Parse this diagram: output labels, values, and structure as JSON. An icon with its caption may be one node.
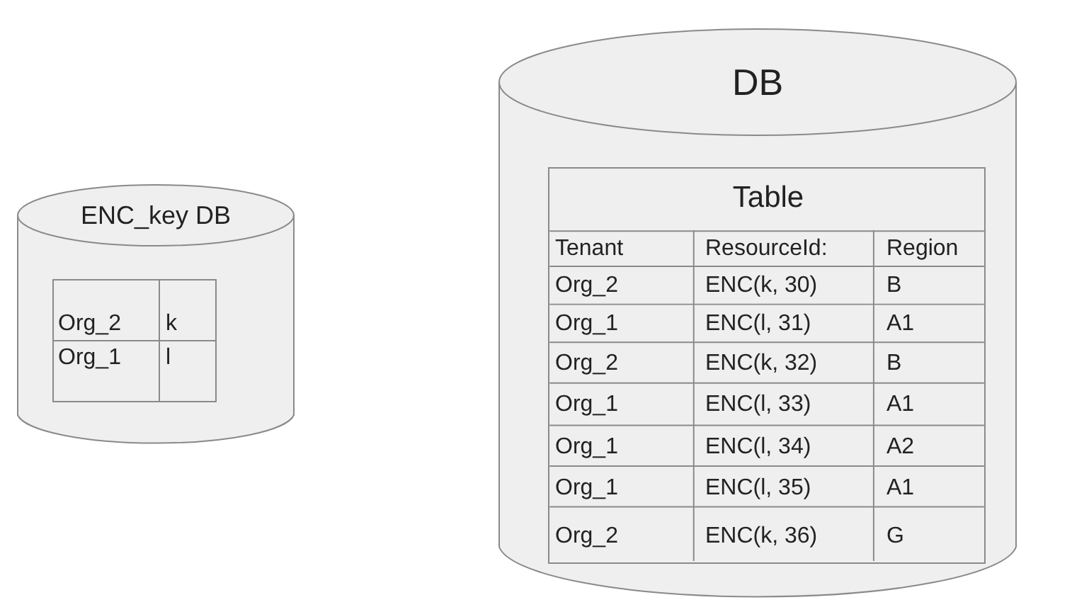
{
  "diagram": {
    "nodes": [
      {
        "text": [
          "ENC_key DB"
        ]
      },
      {
        "text": [
          "DB"
        ]
      },
      {
        "text": [
          "Table"
        ],
        "in": 1
      }
    ],
    "labels": [
      "Org_2",
      "k",
      "Org_1",
      "l",
      "Tenant",
      "ResourceId:",
      "Region",
      "Org_2",
      "ENC(k, 30)",
      "B",
      "Org_1",
      "ENC(l, 31)",
      "A1",
      "Org_2",
      "ENC(k, 32)",
      "B",
      "Org_1",
      "ENC(l, 33)",
      "A1",
      "Org_1",
      "ENC(l, 34)",
      "A2",
      "Org_1",
      "ENC(l, 35)",
      "A1",
      "Org_2",
      "ENC(k, 36)",
      "G"
    ]
  }
}
